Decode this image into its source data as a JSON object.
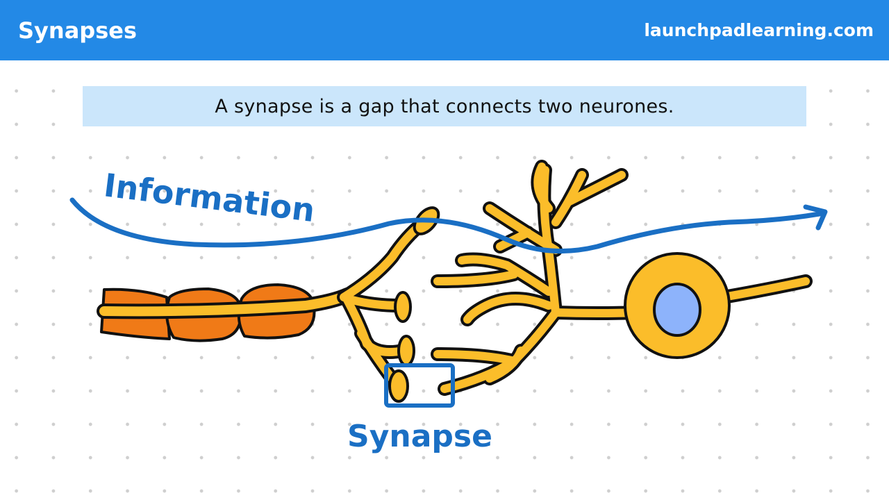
{
  "header": {
    "title": "Synapses",
    "site": "launchpadlearning.com"
  },
  "caption": "A synapse is a gap that connects two neurones.",
  "labels": {
    "information": "Information",
    "synapse": "Synapse"
  },
  "colors": {
    "header": "#2389e6",
    "caption_bg": "#cbe6fb",
    "neuron_yellow": "#fbbd2a",
    "myelin_orange": "#f07a17",
    "nucleus_blue": "#8db3fb",
    "annotation_blue": "#1a6fc4",
    "outline": "#111111"
  },
  "icons": {
    "information_arrow": "arrow-right-icon",
    "synapse_marker": "square-outline-icon"
  }
}
